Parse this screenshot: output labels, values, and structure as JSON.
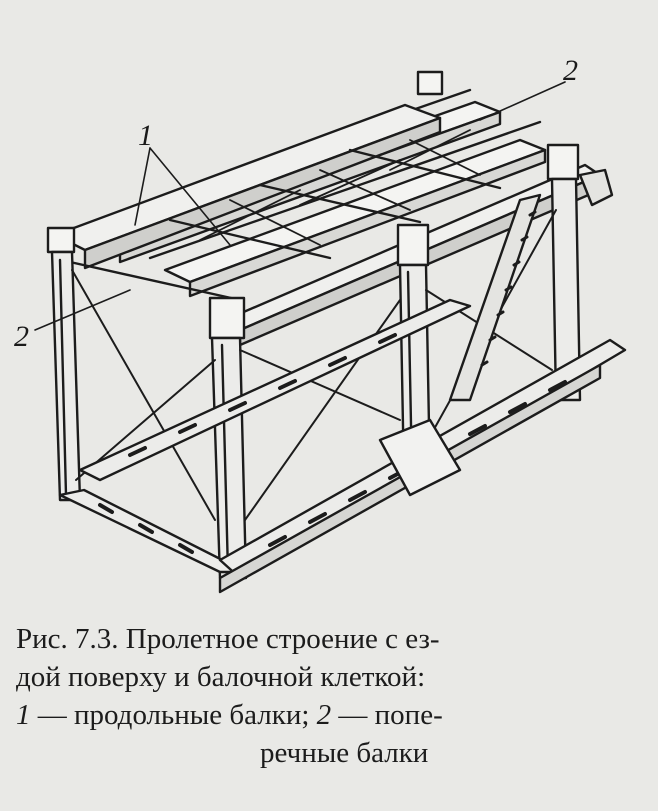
{
  "figure": {
    "labels": {
      "beam_1": "1",
      "beam_2_top": "2",
      "beam_2_left": "2"
    }
  },
  "caption": {
    "line1": "Рис. 7.3. Пролетное строение с ез-",
    "line2": "дой поверху и балочной клеткой:",
    "line3_num1": "1",
    "line3_text1": " — продольные балки; ",
    "line3_num2": "2",
    "line3_text2": " — попе-",
    "line4": "речные балки"
  },
  "colors": {
    "ink": "#1c1c1c",
    "paper": "#e9e9e6",
    "bleed": "#cfcfcc"
  }
}
